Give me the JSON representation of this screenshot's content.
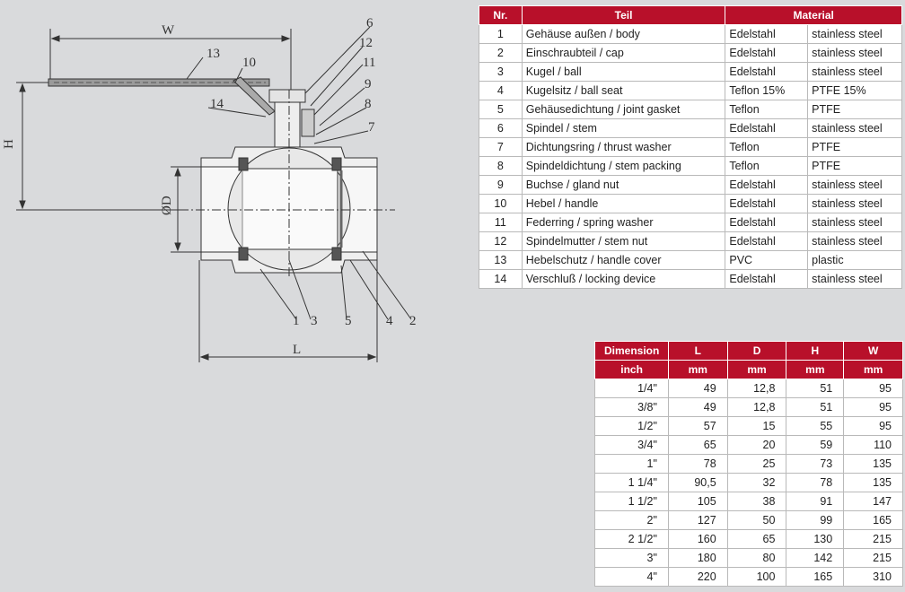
{
  "drawing": {
    "dimension_labels": [
      "W",
      "H",
      "ØD",
      "L"
    ],
    "callouts": [
      "1",
      "2",
      "3",
      "4",
      "5",
      "6",
      "7",
      "8",
      "9",
      "10",
      "11",
      "12",
      "13",
      "14"
    ]
  },
  "parts_table": {
    "headers": [
      "Nr.",
      "Teil",
      "Material"
    ],
    "rows": [
      {
        "nr": "1",
        "teil": "Gehäuse außen /  body",
        "mat_de": "Edelstahl",
        "mat_en": "stainless steel"
      },
      {
        "nr": "2",
        "teil": "Einschraubteil / cap",
        "mat_de": "Edelstahl",
        "mat_en": "stainless steel"
      },
      {
        "nr": "3",
        "teil": "Kugel / ball",
        "mat_de": "Edelstahl",
        "mat_en": "stainless steel"
      },
      {
        "nr": "4",
        "teil": "Kugelsitz / ball seat",
        "mat_de": "Teflon 15%",
        "mat_en": "PTFE 15%"
      },
      {
        "nr": "5",
        "teil": "Gehäusedichtung / joint gasket",
        "mat_de": "Teflon",
        "mat_en": "PTFE"
      },
      {
        "nr": "6",
        "teil": "Spindel / stem",
        "mat_de": "Edelstahl",
        "mat_en": "stainless steel"
      },
      {
        "nr": "7",
        "teil": "Dichtungsring / thrust washer",
        "mat_de": "Teflon",
        "mat_en": "PTFE"
      },
      {
        "nr": "8",
        "teil": "Spindeldichtung / stem packing",
        "mat_de": "Teflon",
        "mat_en": "PTFE"
      },
      {
        "nr": "9",
        "teil": "Buchse / gland nut",
        "mat_de": "Edelstahl",
        "mat_en": "stainless steel"
      },
      {
        "nr": "10",
        "teil": "Hebel / handle",
        "mat_de": "Edelstahl",
        "mat_en": "stainless steel"
      },
      {
        "nr": "11",
        "teil": "Federring / spring washer",
        "mat_de": "Edelstahl",
        "mat_en": "stainless steel"
      },
      {
        "nr": "12",
        "teil": "Spindelmutter / stem nut",
        "mat_de": "Edelstahl",
        "mat_en": "stainless steel"
      },
      {
        "nr": "13",
        "teil": "Hebelschutz / handle cover",
        "mat_de": "PVC",
        "mat_en": "plastic"
      },
      {
        "nr": "14",
        "teil": "Verschluß / locking device",
        "mat_de": "Edelstahl",
        "mat_en": "stainless steel"
      }
    ]
  },
  "dimension_table": {
    "headers": [
      "Dimension",
      "L",
      "D",
      "H",
      "W"
    ],
    "units": [
      "inch",
      "mm",
      "mm",
      "mm",
      "mm"
    ],
    "rows": [
      [
        "1/4\"",
        "49",
        "12,8",
        "51",
        "95"
      ],
      [
        "3/8\"",
        "49",
        "12,8",
        "51",
        "95"
      ],
      [
        "1/2\"",
        "57",
        "15",
        "55",
        "95"
      ],
      [
        "3/4\"",
        "65",
        "20",
        "59",
        "110"
      ],
      [
        "1\"",
        "78",
        "25",
        "73",
        "135"
      ],
      [
        "1 1/4\"",
        "90,5",
        "32",
        "78",
        "135"
      ],
      [
        "1 1/2\"",
        "105",
        "38",
        "91",
        "147"
      ],
      [
        "2\"",
        "127",
        "50",
        "99",
        "165"
      ],
      [
        "2 1/2\"",
        "160",
        "65",
        "130",
        "215"
      ],
      [
        "3\"",
        "180",
        "80",
        "142",
        "215"
      ],
      [
        "4\"",
        "220",
        "100",
        "165",
        "310"
      ]
    ]
  }
}
